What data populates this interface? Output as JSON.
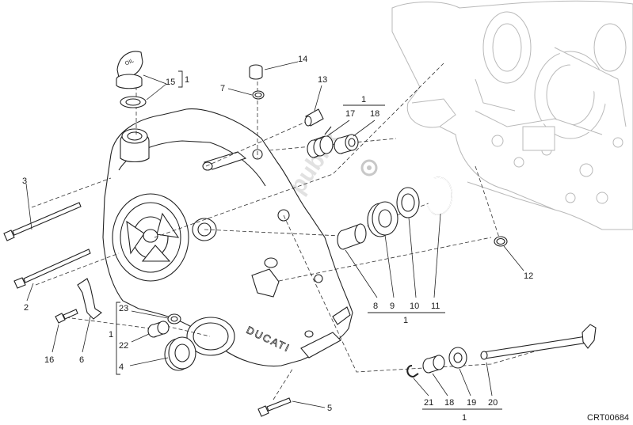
{
  "diagram_code": "CRT00684",
  "watermark": "PartsRepublik",
  "cover_brand": "DUCATI",
  "oil_cap_text": "OIL",
  "labels": {
    "l1_top_bracket": "1",
    "l1_mid_bracket": "1",
    "l1_bottom_bracket": "1",
    "l1_left_bracket": "1",
    "l1_cap_bracket": "1",
    "l2": "2",
    "l3": "3",
    "l4": "4",
    "l5": "5",
    "l6": "6",
    "l7": "7",
    "l8": "8",
    "l9": "9",
    "l10": "10",
    "l11": "11",
    "l12": "12",
    "l13": "13",
    "l14": "14",
    "l15": "15",
    "l16": "16",
    "l17": "17",
    "l18_top": "18",
    "l18_bottom": "18",
    "l19": "19",
    "l20": "20",
    "l21": "21",
    "l22": "22",
    "l23": "23"
  },
  "colors": {
    "line": "#222222",
    "crankcase": "#b9b9b9",
    "watermark": "#c8c8c8"
  }
}
